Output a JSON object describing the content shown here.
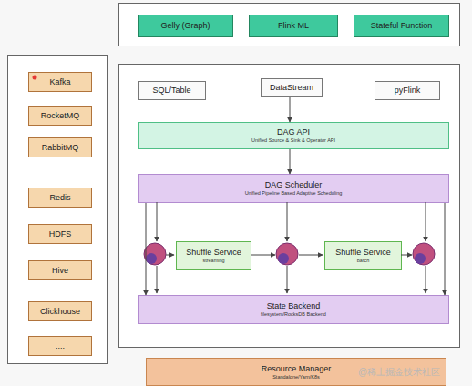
{
  "diagram": {
    "nodes": [
      {
        "text": []
      },
      {
        "text": [
          "Gelly (Graph)"
        ],
        "in": 0
      },
      {
        "text": [
          "Flink ML"
        ],
        "in": 0
      },
      {
        "text": [
          "Stateful Function"
        ],
        "in": 0
      },
      {
        "text": []
      },
      {
        "text": [
          "Kafka"
        ],
        "in": 4
      },
      {
        "text": [
          "RocketMQ"
        ],
        "in": 4
      },
      {
        "text": [
          "RabbitMQ"
        ],
        "in": 4
      },
      {
        "text": [
          "Redis"
        ],
        "in": 4
      },
      {
        "text": [
          "HDFS"
        ],
        "in": 4
      },
      {
        "text": [
          "Hive"
        ],
        "in": 4
      },
      {
        "text": [
          "Clickhouse"
        ],
        "in": 4
      },
      {
        "text": [
          "...."
        ],
        "in": 4
      },
      {
        "text": []
      },
      {
        "text": [
          "SQL/Table"
        ],
        "in": 13
      },
      {
        "text": [
          "DataStream"
        ],
        "in": 13
      },
      {
        "text": [
          "pyFlink"
        ],
        "in": 13
      },
      {
        "text": [
          "DAG  API",
          "Unified Source & Sink & Operator API"
        ],
        "in": 13
      },
      {
        "text": [
          "DAG Scheduler",
          "Unified Pipeline Based Adaptive Scheduling"
        ],
        "in": 13
      },
      {
        "text": [
          "Shuffle Service",
          "streaming"
        ],
        "in": 13
      },
      {
        "text": [
          "Shuffle Service",
          "batch"
        ],
        "in": 13
      },
      {
        "text": [
          "State Backend",
          "filesystem/RocksDB Backend"
        ],
        "in": 13
      },
      {
        "text": [
          "Resource Manager",
          "Standalone/Yarn/K8s"
        ]
      }
    ],
    "edges": [
      {
        "from": 15,
        "to": 17,
        "arrow": "to"
      },
      {
        "from": 17,
        "to": 18,
        "arrow": "to"
      },
      {
        "from": 18,
        "to": 21,
        "arrow": "to"
      },
      {
        "from": 18,
        "to": 21,
        "arrow": "to"
      }
    ],
    "labels": [
      "@稀土掘金技术社区"
    ]
  }
}
